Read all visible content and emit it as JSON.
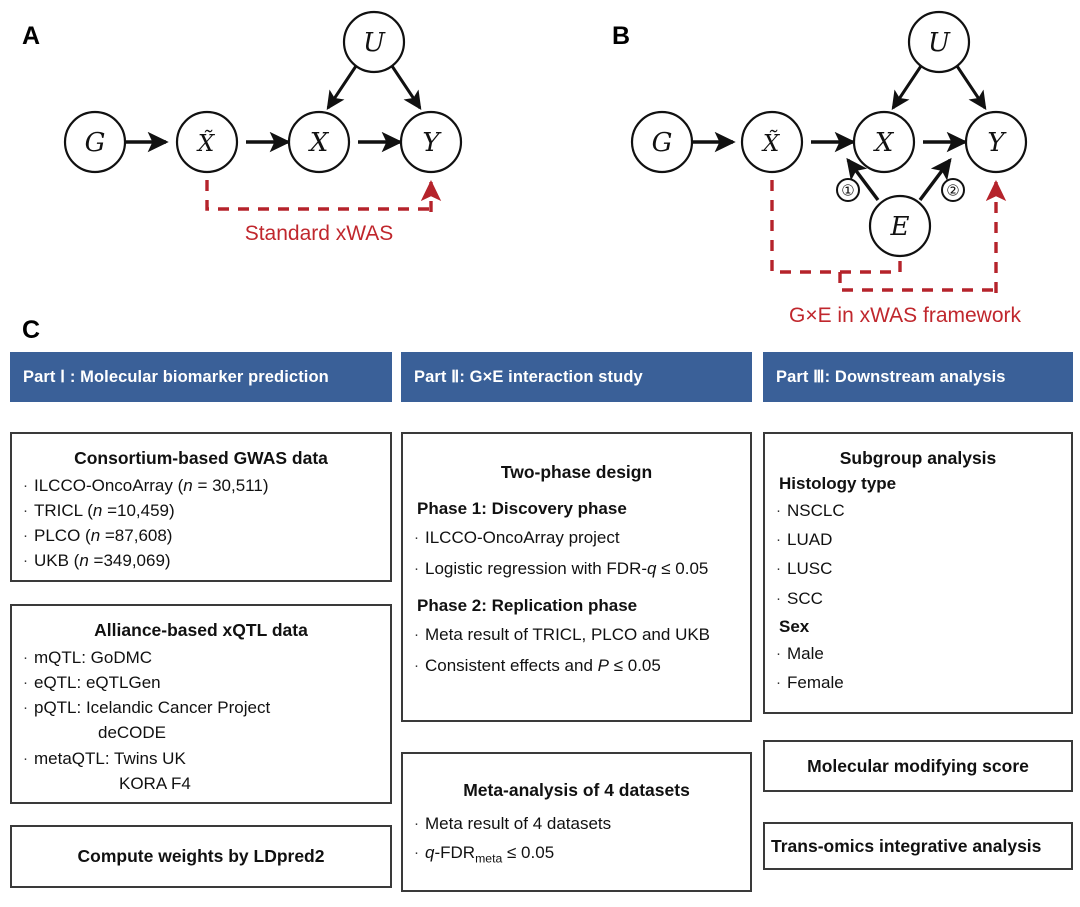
{
  "panels": {
    "a": {
      "letter": "A",
      "nodes": [
        {
          "id": "G",
          "label": "G"
        },
        {
          "id": "Xt",
          "label": "X̃"
        },
        {
          "id": "X",
          "label": "X"
        },
        {
          "id": "Y",
          "label": "Y"
        },
        {
          "id": "U",
          "label": "U"
        }
      ],
      "annotation": "Standard xWAS"
    },
    "b": {
      "letter": "B",
      "nodes": [
        {
          "id": "G",
          "label": "G"
        },
        {
          "id": "Xt",
          "label": "X̃"
        },
        {
          "id": "X",
          "label": "X"
        },
        {
          "id": "Y",
          "label": "Y"
        },
        {
          "id": "U",
          "label": "U"
        },
        {
          "id": "E",
          "label": "E"
        }
      ],
      "marker_1": "①",
      "marker_2": "②",
      "annotation": "G×E in xWAS framework"
    },
    "c": {
      "letter": "C"
    }
  },
  "colors": {
    "header_blue": "#3a6098",
    "annotation_red": "#c0272d",
    "box_border": "#3a3a3a"
  },
  "columns": [
    {
      "header": "Part Ⅰ : Molecular biomarker prediction",
      "boxes": [
        {
          "title": "Consortium-based GWAS data",
          "items": [
            "ILCCO-OncoArray (n = 30,511)",
            "TRICL (n =10,459)",
            "PLCO (n =87,608)",
            "UKB (n =349,069)"
          ]
        },
        {
          "title": "Alliance-based xQTL data",
          "items": [
            "mQTL: GoDMC",
            "eQTL: eQTLGen",
            "pQTL: Icelandic Cancer Project",
            "deCODE",
            "metaQTL: Twins UK",
            "KORA F4"
          ]
        },
        {
          "title": "Compute weights by LDpred2"
        }
      ]
    },
    {
      "header": "Part Ⅱ: G×E interaction study",
      "boxes": [
        {
          "title": "Two-phase design",
          "phase1_head": "Phase 1: Discovery phase",
          "phase1_items": [
            "ILCCO-OncoArray project",
            "Logistic regression with FDR-q ≤ 0.05"
          ],
          "phase2_head": "Phase 2: Replication phase",
          "phase2_items": [
            "Meta result of TRICL, PLCO and UKB",
            "Consistent effects and P ≤ 0.05"
          ]
        },
        {
          "title": "Meta-analysis of 4 datasets",
          "items": [
            "Meta result of 4 datasets",
            "q-FDRmeta ≤ 0.05"
          ]
        }
      ]
    },
    {
      "header": "Part Ⅲ: Downstream analysis",
      "boxes": [
        {
          "title": "Subgroup analysis",
          "group1_head": "Histology type",
          "group1_items": [
            "NSCLC",
            "LUAD",
            "LUSC",
            "SCC"
          ],
          "group2_head": "Sex",
          "group2_items": [
            "Male",
            "Female"
          ]
        },
        {
          "title": "Molecular modifying score"
        },
        {
          "title": "Trans-omics integrative analysis"
        }
      ]
    }
  ]
}
